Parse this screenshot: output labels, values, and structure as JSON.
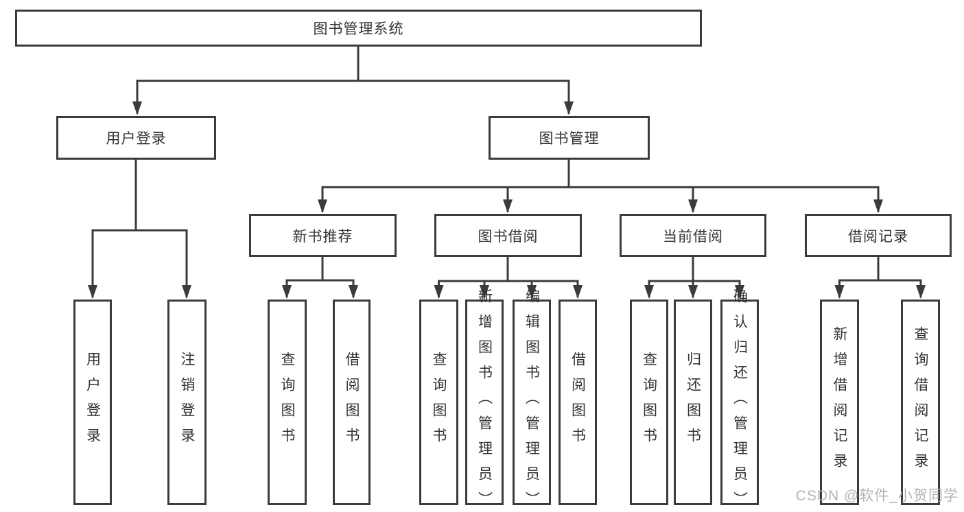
{
  "diagram_type": "functional-decomposition-tree",
  "tree": {
    "label": "图书管理系统",
    "children": [
      {
        "label": "用户登录",
        "children": [
          {
            "label": "用户登录"
          },
          {
            "label": "注销登录"
          }
        ]
      },
      {
        "label": "图书管理",
        "children": [
          {
            "label": "新书推荐",
            "children": [
              {
                "label": "查询图书"
              },
              {
                "label": "借阅图书"
              }
            ]
          },
          {
            "label": "图书借阅",
            "children": [
              {
                "label": "查询图书"
              },
              {
                "label": "新增图书（管理员）"
              },
              {
                "label": "编辑图书（管理员）"
              },
              {
                "label": "借阅图书"
              }
            ]
          },
          {
            "label": "当前借阅",
            "children": [
              {
                "label": "查询图书"
              },
              {
                "label": "归还图书"
              },
              {
                "label": "确认归还（管理员）"
              }
            ]
          },
          {
            "label": "借阅记录",
            "children": [
              {
                "label": "新增借阅记录"
              },
              {
                "label": "查询借阅记录"
              }
            ]
          }
        ]
      }
    ]
  },
  "watermark": {
    "text": "CSDN @软件_小贺同学"
  },
  "colors": {
    "background": "#ffffff",
    "box_fill": "#ffffff",
    "box_border": "#3b3b3b",
    "connector": "#3b3b3b",
    "text": "#333333",
    "watermark_text": "#b3b3b3"
  }
}
